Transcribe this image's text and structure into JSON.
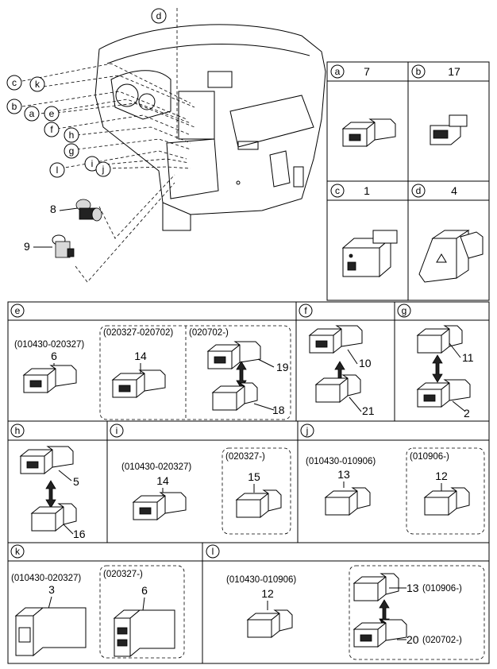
{
  "top_boxes": [
    {
      "letter": "a",
      "number": "7"
    },
    {
      "letter": "b",
      "number": "17"
    },
    {
      "letter": "c",
      "number": "1"
    },
    {
      "letter": "d",
      "number": "4"
    }
  ],
  "callouts": [
    "d",
    "c",
    "k",
    "b",
    "a",
    "e",
    "f",
    "h",
    "g",
    "l",
    "i",
    "j"
  ],
  "overview_numbers": [
    "8",
    "9"
  ],
  "sections": {
    "e": {
      "letter": "e",
      "date1": "(010430-020327)",
      "num1": "6",
      "date2": "(020327-020702)",
      "num2": "14",
      "date3": "(020702-)",
      "num3": "19",
      "num4": "18"
    },
    "f": {
      "letter": "f",
      "num1": "10",
      "num2": "21"
    },
    "g": {
      "letter": "g",
      "num1": "11",
      "num2": "2"
    },
    "h": {
      "letter": "h",
      "num1": "5",
      "num2": "16"
    },
    "i": {
      "letter": "i",
      "date1": "(010430-020327)",
      "num1": "14",
      "date2": "(020327-)",
      "num2": "15"
    },
    "j": {
      "letter": "j",
      "date1": "(010430-010906)",
      "num1": "13",
      "date2": "(010906-)",
      "num2": "12"
    },
    "k": {
      "letter": "k",
      "date1": "(010430-020327)",
      "num1": "3",
      "date2": "(020327-)",
      "num2": "6"
    },
    "l": {
      "letter": "l",
      "date1": "(010430-010906)",
      "num1": "12",
      "num2": "13",
      "date2": "(010906-)",
      "num3": "20",
      "date3": "(020702-)"
    }
  }
}
